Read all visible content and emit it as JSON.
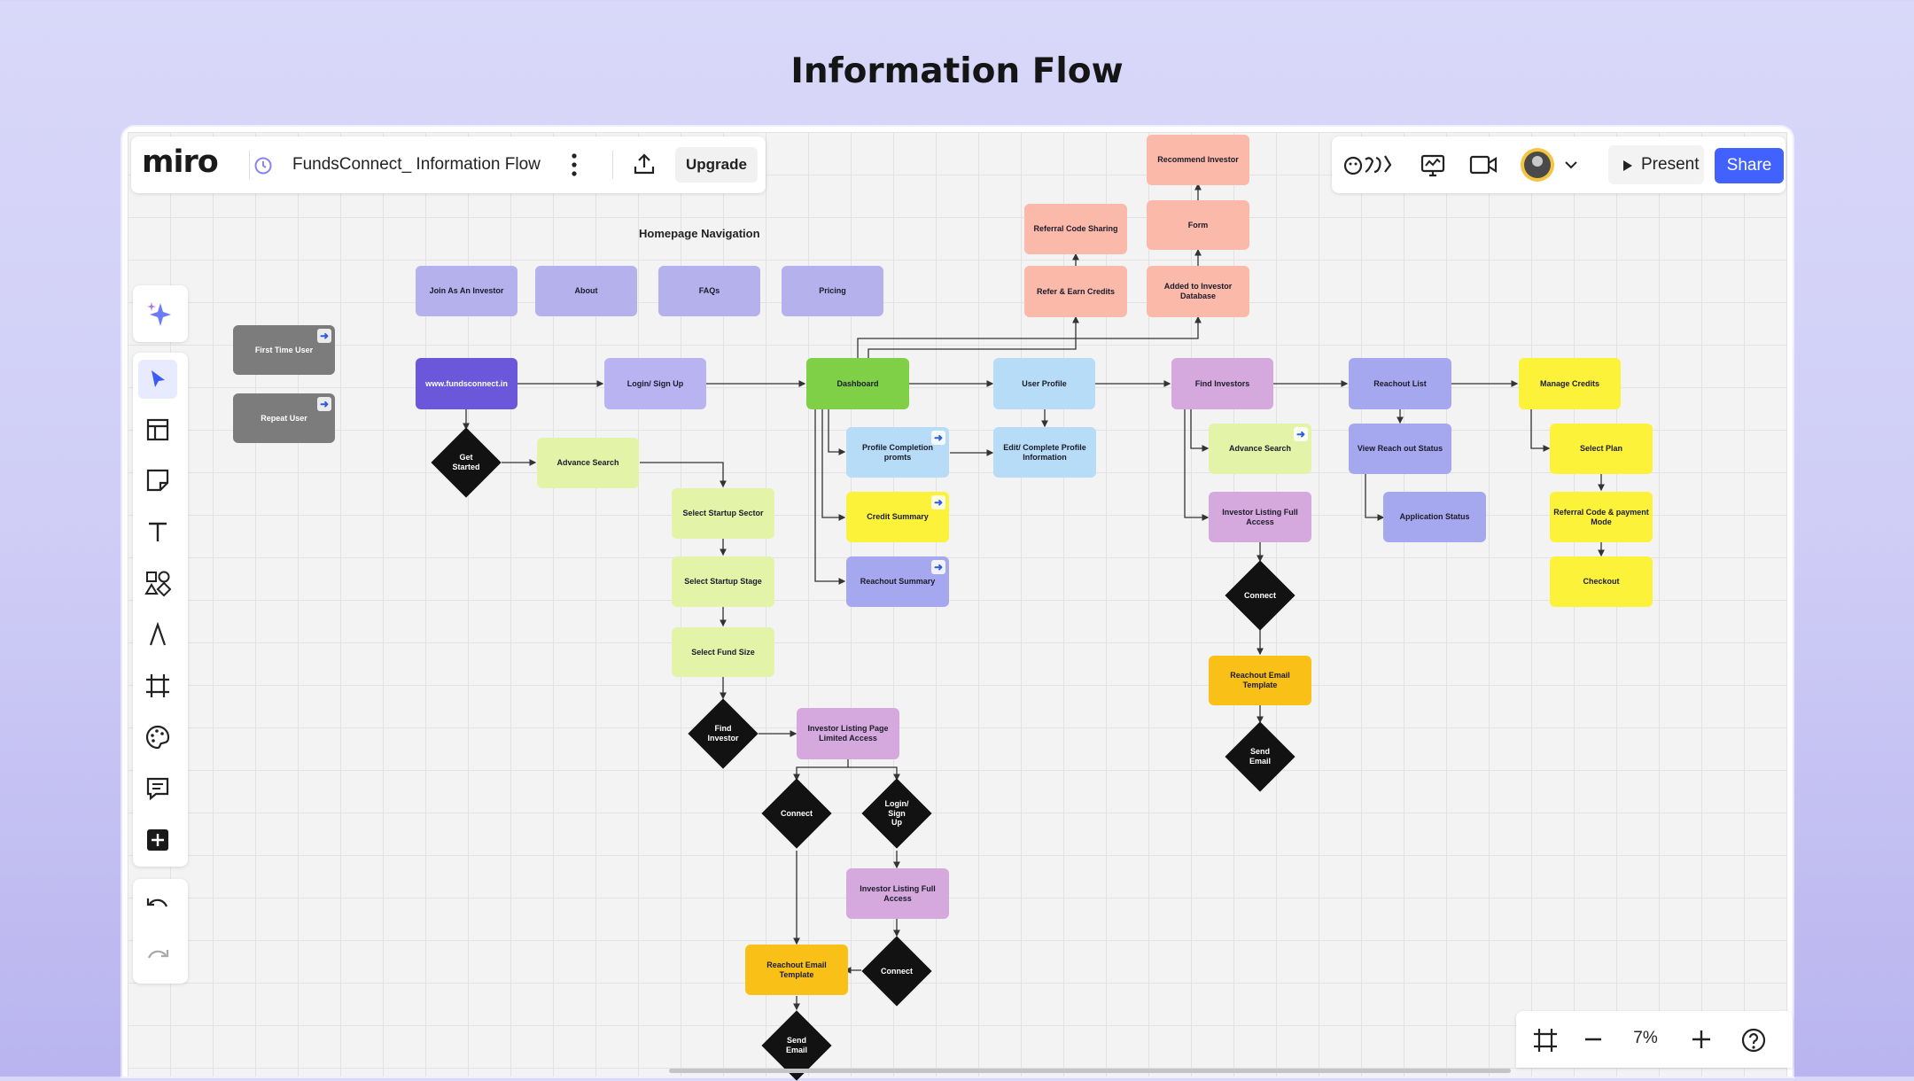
{
  "page": {
    "title": "Information Flow"
  },
  "board": {
    "app_name": "miro",
    "name": "FundsConnect_ Information Flow",
    "upgrade_label": "Upgrade",
    "present_label": "Present",
    "share_label": "Share",
    "zoom": "7%"
  },
  "colors": {
    "accent": "#4262ff",
    "nav": "#b5b1ec",
    "url": "#6b57d9",
    "login": "#b9b3f2",
    "dashboard": "#7fcf47",
    "profile": "#b7dcf7",
    "green": "#e3f3a8",
    "find": "#d5a9dd",
    "reach": "#a6a8ef",
    "yellow": "#fdf23a",
    "orange": "#f9c117",
    "salmon": "#fbb9aa",
    "gray": "#7c7c7c"
  },
  "diagram": {
    "heading": "Homepage Navigation",
    "nodes": {
      "first_time": "First Time User",
      "repeat": "Repeat User",
      "join": "Join As An Investor",
      "about": "About",
      "faqs": "FAQs",
      "pricing": "Pricing",
      "www": "www.fundsconnect.in",
      "login": "Login/ Sign Up",
      "dashboard": "Dashboard",
      "user_profile": "User Profile",
      "find_investors": "Find Investors",
      "reachout_list": "Reachout List",
      "manage_credits": "Manage Credits",
      "get_started": "Get Started",
      "adv_search": "Advance Search",
      "sel_sector": "Select Startup Sector",
      "sel_stage": "Select Startup Stage",
      "sel_fund": "Select Fund Size",
      "find_investor": "Find Investor",
      "ilp_limited": "Investor Listing Page Limited Access",
      "connect1": "Connect",
      "login2": "Login/ Sign Up",
      "ilf1": "Investor Listing Full Access",
      "connect2": "Connect",
      "reach_tmpl1": "Reachout Email Template",
      "send1": "Send Email",
      "profile_comp": "Profile Completion promts",
      "credit_sum": "Credit Summary",
      "reach_sum": "Reachout Summary",
      "edit_profile": "Edit/ Complete Profile Information",
      "adv_search2": "Advance Search",
      "ilf2": "Investor Listing Full Access",
      "connect3": "Connect",
      "reach_tmpl2": "Reachout Email Template",
      "send2": "Send Email",
      "view_reach": "View Reach out Status",
      "app_status": "Application Status",
      "select_plan": "Select Plan",
      "referral_pay": "Referral Code & payment Mode",
      "checkout": "Checkout",
      "recommend": "Recommend Investor",
      "form": "Form",
      "added_db": "Added to Investor Database",
      "ref_sharing": "Referral Code Sharing",
      "refer_earn": "Refer & Earn Credits"
    }
  }
}
